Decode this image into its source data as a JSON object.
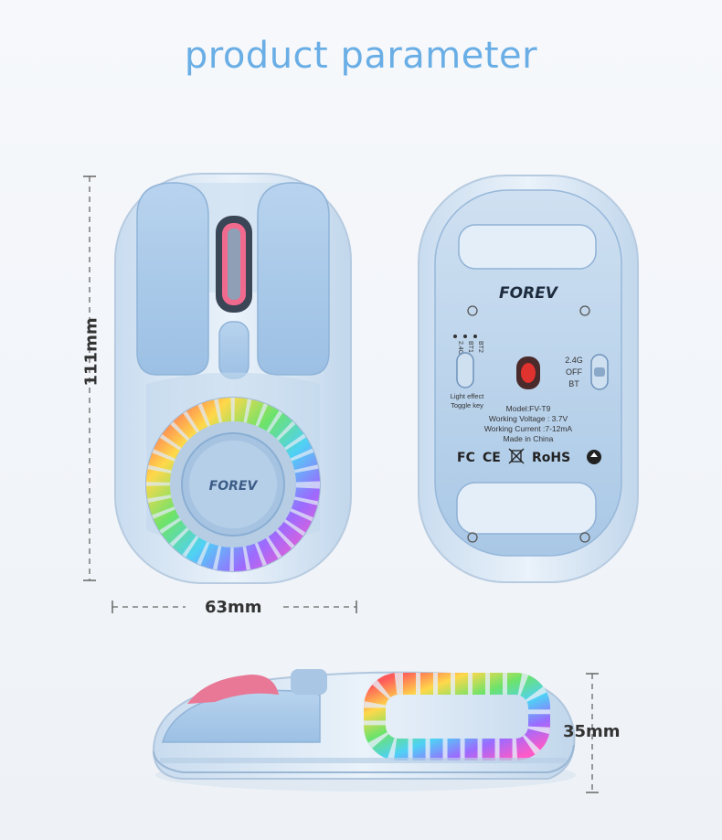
{
  "title": "product parameter",
  "dimensions": {
    "length": "111mm",
    "width": "63mm",
    "height": "35mm"
  },
  "brand": "FOREV",
  "bottom_labels": {
    "mode_24g": "2.4G",
    "mode_bt1": "BT1",
    "mode_bt2": "BT2",
    "switch_24g": "2.4G",
    "switch_off": "OFF",
    "switch_bt": "BT",
    "light_key_line1": "Light effect",
    "light_key_line2": "Toggle key"
  },
  "spec": {
    "model": "Model:FV-T9",
    "voltage": "Working Voltage : 3.7V",
    "current": "Working Current :7-12mA",
    "origin": "Made in China"
  },
  "certifications": {
    "fc": "FC",
    "ce": "CE",
    "rohs": "RoHS"
  },
  "colors": {
    "title": "#6aaee6",
    "shell": "#a9c9e8",
    "clear": "#dbe8f4",
    "accent_red": "#e0322e"
  }
}
